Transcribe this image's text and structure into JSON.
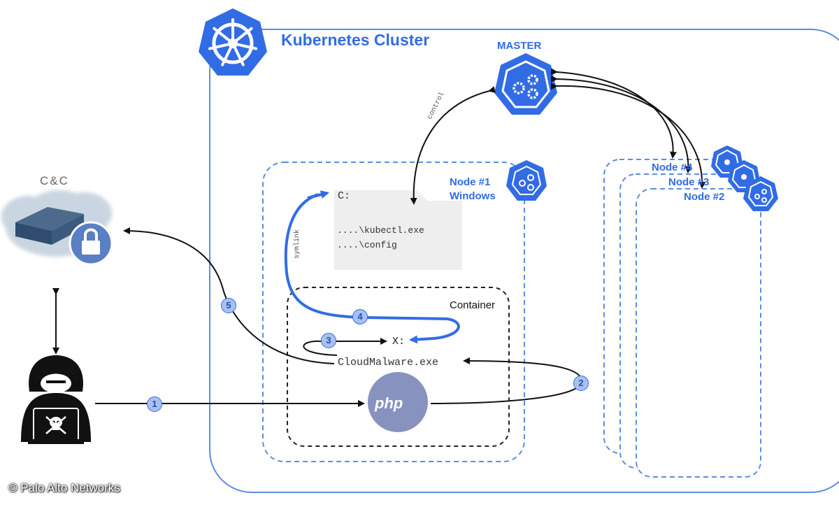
{
  "cluster": {
    "title": "Kubernetes Cluster"
  },
  "master": {
    "label": "MASTER"
  },
  "node1": {
    "line1": "Node #1",
    "line2": "Windows"
  },
  "nodes": {
    "node4": "Node #4",
    "node3": "Node #3",
    "node2": "Node #2"
  },
  "cc": {
    "label": "C&C"
  },
  "file_box": {
    "drive": "C:",
    "kubectl": "....\\kubectl.exe",
    "config": "....\\config"
  },
  "container": {
    "label": "Container",
    "drive": "X:",
    "malware": "CloudMalware.exe",
    "php": "php"
  },
  "arrows": {
    "control": "control",
    "symlink": "symlink"
  },
  "steps": [
    "1",
    "2",
    "3",
    "4",
    "5"
  ],
  "copyright": "© Palo Alto Networks",
  "colors": {
    "k8s_blue": "#326CE5",
    "php_purple": "#8892BF",
    "step_fill": "#a9c0ee",
    "file_gray": "#eeeeee"
  },
  "icons": [
    "kubernetes-helm-icon",
    "master-gear-icon",
    "node-icon",
    "cloud-server-icon",
    "lock-icon",
    "hacker-icon",
    "skull-icon",
    "php-logo-icon"
  ]
}
